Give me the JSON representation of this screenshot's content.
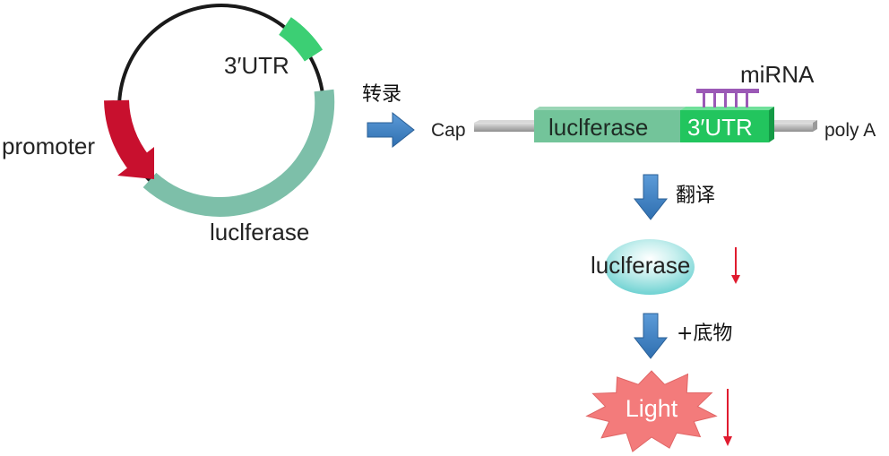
{
  "plasmid": {
    "utr_label": "3′UTR",
    "promoter_label": "promoter",
    "luciferase_label": "luclferase"
  },
  "steps": {
    "transcription": "转录",
    "translation": "翻译",
    "substrate": "+底物"
  },
  "mrna": {
    "cap_label": "Cap",
    "luciferase_label": "luclferase",
    "utr_label": "3′UTR",
    "polya_label": "poly A",
    "mirna_label": "miRNA"
  },
  "protein": {
    "label": "luclferase"
  },
  "output": {
    "light_label": "Light"
  },
  "colors": {
    "promoter": "#c8102e",
    "utr": "#3ccf74",
    "luciferase": "#7dbfa9",
    "mrna_luciferase": "#73c49a",
    "mrna_utr": "#22c55e",
    "mirna": "#9b59b6",
    "arrow_blue": "#3b7fc4",
    "down_red": "#e01b2f",
    "light_burst": "#f37b7b",
    "protein_ellipse": "#7fd6d6"
  }
}
